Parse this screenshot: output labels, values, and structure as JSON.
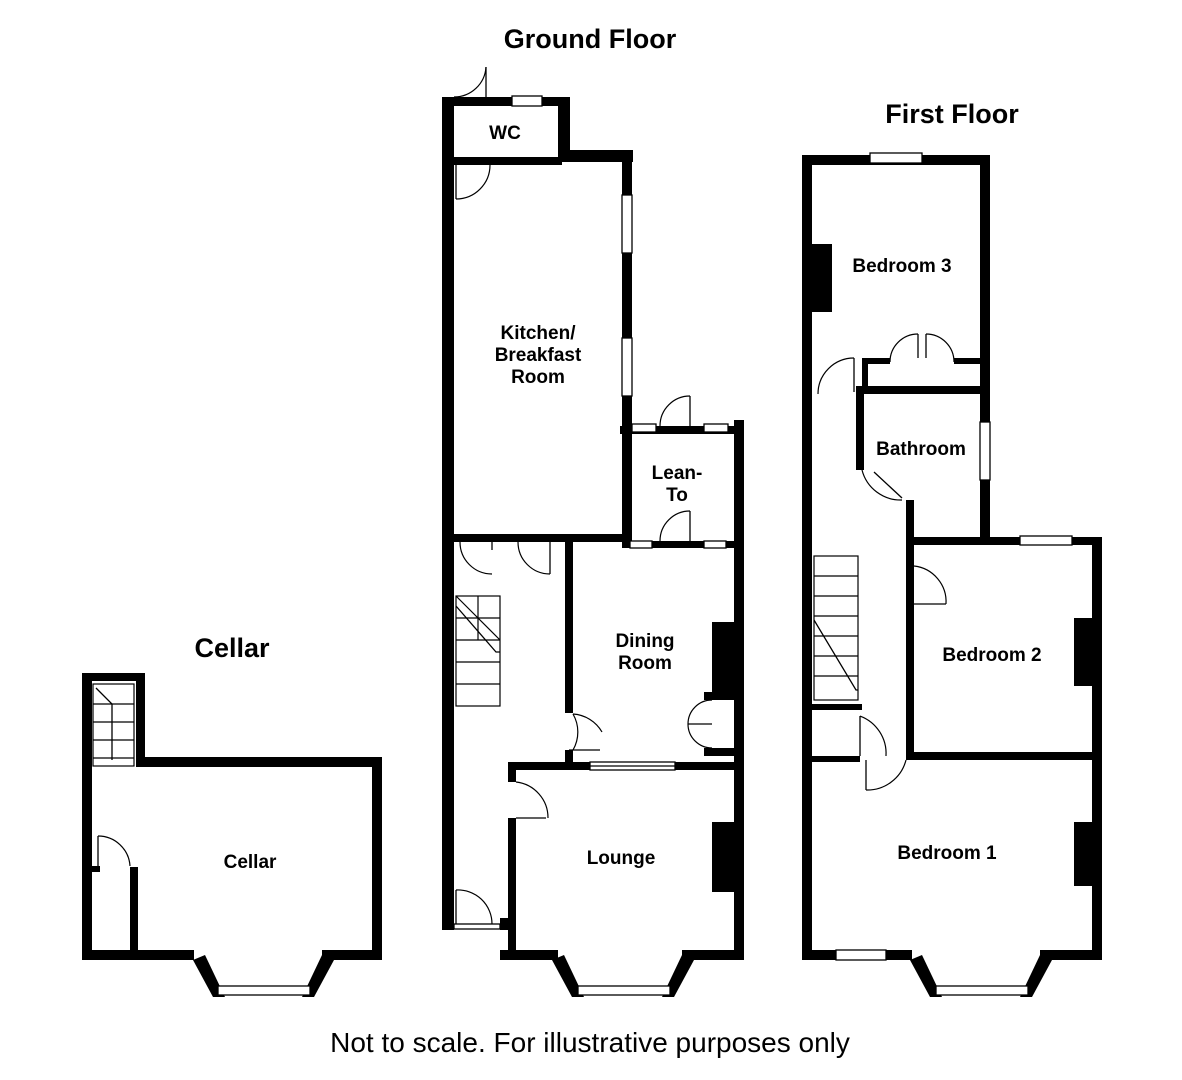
{
  "headings": {
    "ground_floor": "Ground Floor",
    "first_floor": "First Floor",
    "cellar": "Cellar"
  },
  "rooms": {
    "wc": "WC",
    "kitchen_line1": "Kitchen/",
    "kitchen_line2": "Breakfast",
    "kitchen_line3": "Room",
    "lean_to_line1": "Lean-",
    "lean_to_line2": "To",
    "dining_line1": "Dining",
    "dining_line2": "Room",
    "lounge": "Lounge",
    "cellar_room": "Cellar",
    "bedroom3": "Bedroom 3",
    "bathroom": "Bathroom",
    "bedroom2": "Bedroom 2",
    "bedroom1": "Bedroom 1"
  },
  "footer": "Not to scale. For illustrative purposes only"
}
